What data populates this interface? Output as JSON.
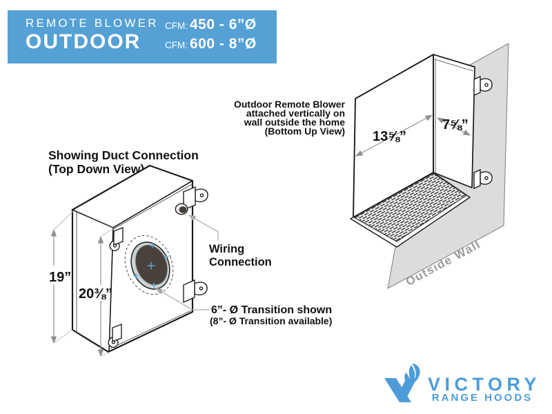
{
  "header": {
    "product_line": "REMOTE BLOWER",
    "product_name": "OUTDOOR",
    "cfm_label": "CFM:",
    "cfm_option_1": "450 - 6”Ø",
    "cfm_option_2": "600 - 8”Ø"
  },
  "left_diagram": {
    "title_line1": "Showing Duct Connection",
    "title_line2": "(Top Down View)",
    "dim_outer_height": "19”",
    "dim_inner_height": "20⅜”",
    "wiring_label_line1": "Wiring",
    "wiring_label_line2": "Connection",
    "transition_line1": "6”- Ø Transition shown",
    "transition_line2": "(8”- Ø Transition available)"
  },
  "right_diagram": {
    "caption_line1": "Outdoor Remote Blower",
    "caption_line2": "attached vertically on",
    "caption_line3": "wall outside the home",
    "caption_line4": "(Bottom Up View)",
    "dim_face_width": "13⅝”",
    "dim_side_depth": "7⅝”",
    "wall_label": "Outside Wall"
  },
  "logo": {
    "brand": "VICTORY",
    "tagline": "RANGE HOODS"
  },
  "colors": {
    "banner_blue": "#55a0d5",
    "logo_blue": "#4d9cd9",
    "wall_gray": "#dcdcdc",
    "duct_dark": "#49413b",
    "crosshair_blue": "#5fa7cf",
    "dimension_gray": "#8f8f8f"
  }
}
